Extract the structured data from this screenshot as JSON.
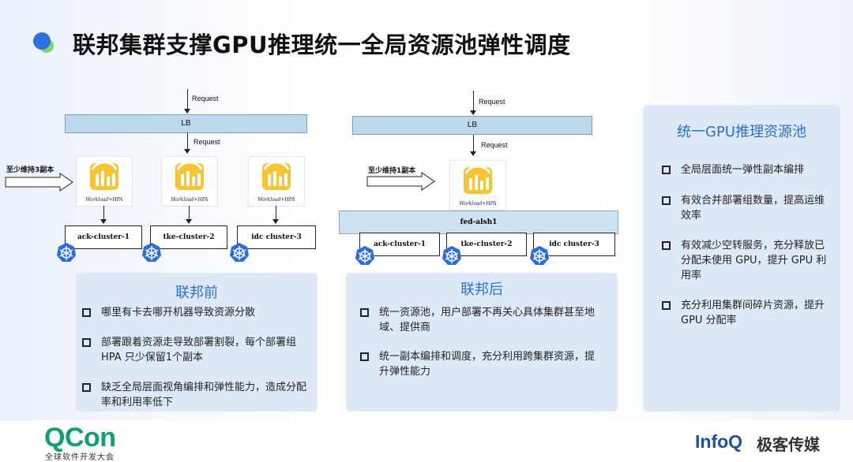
{
  "title": "联邦集群支撑GPU推理统一全局资源池弹性调度",
  "colors": {
    "accent": "#2c6fd1",
    "panel": "#dde9f7",
    "qcon": "#12a06a",
    "infoq": "#1f4fa3"
  },
  "left_diagram": {
    "request_top": "Request",
    "lb": "LB",
    "request_mid": "Request",
    "replica_note": "至少维持3副本",
    "workload_label": "Workload+HPA",
    "clusters": [
      "ack-cluster-1",
      "tke-cluster-2",
      "idc cluster-3"
    ]
  },
  "right_diagram": {
    "request_top": "Request",
    "lb": "LB",
    "request_mid": "Request",
    "replica_note": "至少维持1副本",
    "workload_label": "Workload+HPA",
    "fed": "fed-alsh1",
    "clusters": [
      "ack-cluster-1",
      "tke-cluster-2",
      "idc cluster-3"
    ]
  },
  "before": {
    "title": "联邦前",
    "items": [
      "哪里有卡去哪开机器导致资源分散",
      "部署跟着资源走导致部署割裂，每个部署组 HPA 只少保留1个副本",
      "缺乏全局层面视角编排和弹性能力，造成分配率和利用率低下"
    ]
  },
  "after": {
    "title": "联邦后",
    "items": [
      "统一资源池，用户部署不再关心具体集群甚至地域、提供商",
      "统一副本编排和调度，充分利用跨集群资源，提升弹性能力"
    ]
  },
  "pool": {
    "title": "统一GPU推理资源池",
    "items": [
      "全局层面统一弹性副本编排",
      "有效合并部署组数量，提高运维效率",
      "有效减少空转服务，充分释放已分配未使用 GPU，提升 GPU 利用率",
      "充分利用集群间碎片资源，提升 GPU 分配率"
    ]
  },
  "footer": {
    "qcon": "QCon",
    "qcon_sub": "全球软件开发大会",
    "infoq": "InfoQ",
    "infoq_cn": "极客传媒"
  }
}
